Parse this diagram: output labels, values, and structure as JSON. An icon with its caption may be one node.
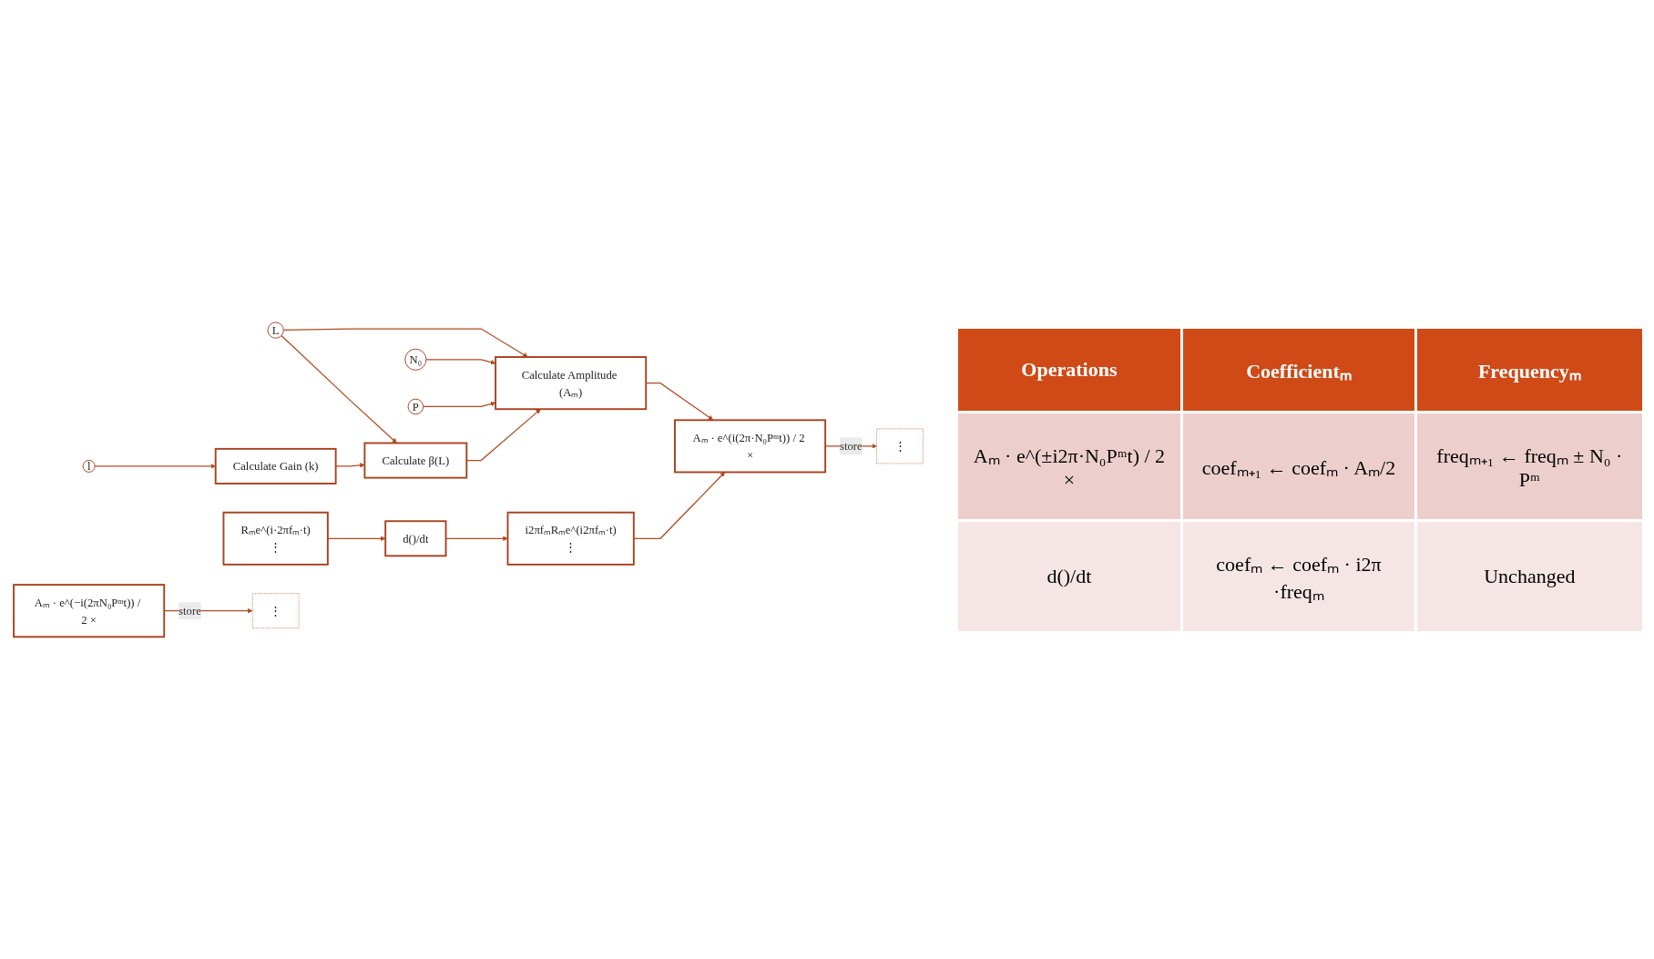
{
  "diagram": {
    "nodes": [
      {
        "text": [
          "l"
        ]
      },
      {
        "text": [
          "L"
        ]
      },
      {
        "text": [
          "N₀"
        ]
      },
      {
        "text": [
          "P"
        ]
      },
      {
        "text": [
          "Calculate Gain (k)"
        ]
      },
      {
        "text": [
          "Calculate β(L)"
        ]
      },
      {
        "text": [
          "Calculate Amplitude (Aₘ)"
        ]
      },
      {
        "text": [
          "Rₘe^(i·2πfₘ·t)",
          "⋮"
        ]
      },
      {
        "text": [
          "d()/dt"
        ]
      },
      {
        "text": [
          "i2πfₘRₘe^(i2πfₘ·t)",
          "⋮"
        ]
      },
      {
        "text": [
          "⋮"
        ]
      },
      {
        "text": [
          "⋮"
        ]
      },
      {
        "text": [
          "Aₘ · e^(i(2π·N₀Pᵐt)) / 2 ×"
        ]
      },
      {
        "text": [
          "Aₘ · e^(−i(2πN₀Pᵐt)) / 2 ×"
        ]
      }
    ],
    "edges": [
      {
        "from": 0,
        "to": 4,
        "arrow": "to"
      },
      {
        "from": 1,
        "to": 5,
        "arrow": "to"
      },
      {
        "from": 1,
        "to": 6,
        "arrow": "to"
      },
      {
        "from": 2,
        "to": 6,
        "arrow": "to"
      },
      {
        "from": 3,
        "to": 6,
        "arrow": "to"
      },
      {
        "from": 4,
        "to": 5,
        "arrow": "to"
      },
      {
        "from": 5,
        "to": 6,
        "arrow": "to"
      },
      {
        "from": 6,
        "to": 12,
        "arrow": "to"
      },
      {
        "from": 7,
        "to": 8,
        "arrow": "to"
      },
      {
        "from": 8,
        "to": 9,
        "arrow": "to"
      },
      {
        "from": 9,
        "to": 12,
        "arrow": "to"
      },
      {
        "from": 12,
        "to": 10,
        "label": "store",
        "arrow": "to"
      },
      {
        "from": 13,
        "to": 11,
        "label": "store",
        "arrow": "to"
      }
    ],
    "labels": [
      "Operations",
      "Coefficientₘ",
      "Frequencyₘ",
      "Aₘ · e^(±i2π·N₀Pᵐt) / 2 ×",
      "coefₘ₊₁ ← coefₘ · Aₘ/2",
      "freqₘ₊₁ ← freqₘ ± N₀ · Pᵐ",
      "d()/dt",
      "coefₘ ← coefₘ · i2π ·freqₘ",
      "Unchanged"
    ]
  }
}
